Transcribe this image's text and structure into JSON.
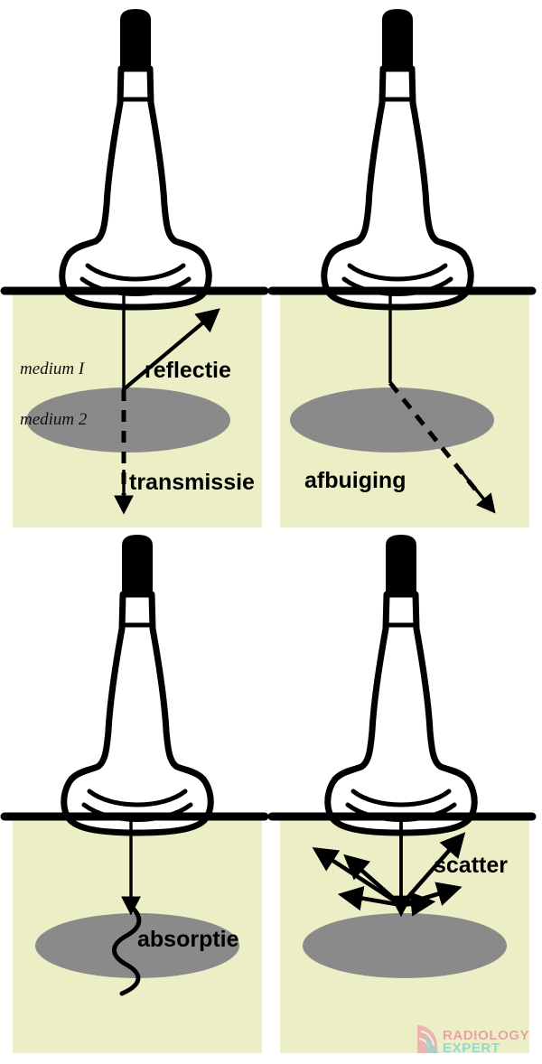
{
  "figure": {
    "title": "Ultrasound wave interaction diagram",
    "language": "nl",
    "colors": {
      "panel_background": "#ecefc6",
      "tissue_ellipse": "#8a8a8a",
      "ink": "#000000",
      "page_background": "#ffffff",
      "watermark_primary": "#e7628f",
      "watermark_secondary": "#49c8d8"
    }
  },
  "panels": [
    {
      "id": "reflection",
      "position": "top-left",
      "medium_upper_label": "medium I",
      "medium_lower_label": "medium 2",
      "labels": [
        {
          "key": "reflectie",
          "text": "reflectie"
        },
        {
          "key": "transmissie",
          "text": "transmissie"
        }
      ],
      "rays": [
        {
          "name": "incident-ray",
          "style": "solid"
        },
        {
          "name": "reflected-ray",
          "style": "solid-arrow"
        },
        {
          "name": "transmitted-ray",
          "style": "dashed-arrow"
        }
      ]
    },
    {
      "id": "refraction",
      "position": "top-right",
      "labels": [
        {
          "key": "afbuiging",
          "text": "afbuiging"
        }
      ],
      "rays": [
        {
          "name": "incident-ray",
          "style": "solid"
        },
        {
          "name": "refracted-ray",
          "style": "dashed-arrow"
        }
      ]
    },
    {
      "id": "absorption",
      "position": "bottom-left",
      "labels": [
        {
          "key": "absorptie",
          "text": "absorptie"
        }
      ],
      "rays": [
        {
          "name": "incident-ray",
          "style": "solid-arrow"
        },
        {
          "name": "absorbed-wave",
          "style": "squiggle"
        }
      ]
    },
    {
      "id": "scatter",
      "position": "bottom-right",
      "labels": [
        {
          "key": "scatter",
          "text": "scatter"
        }
      ],
      "rays": [
        {
          "name": "incident-ray",
          "style": "solid-arrow"
        },
        {
          "name": "scatter-rays",
          "style": "multi-arrow",
          "count": 6
        }
      ]
    }
  ],
  "watermark": {
    "line1": "RADIOLOGY",
    "line2": "EXPERT"
  }
}
